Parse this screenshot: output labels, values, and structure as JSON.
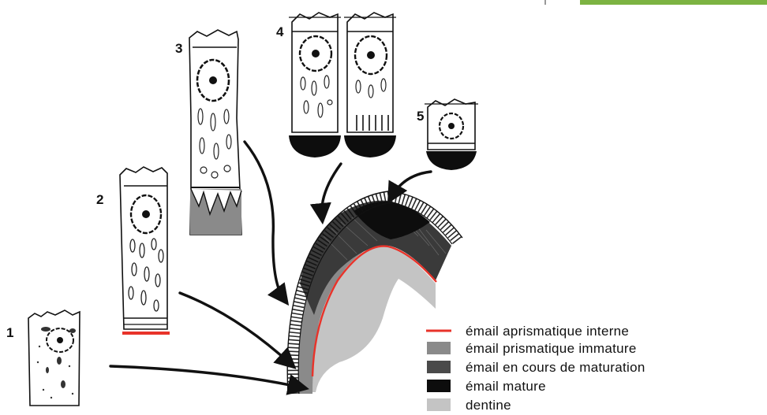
{
  "stages": [
    {
      "label": "1"
    },
    {
      "label": "2"
    },
    {
      "label": "3"
    },
    {
      "label": "4"
    },
    {
      "label": "5"
    }
  ],
  "legend": [
    {
      "swatch": "line",
      "color": "#e8332a",
      "label": "émail  aprismatique interne"
    },
    {
      "swatch": "box",
      "color": "#8a8a8a",
      "label": "émail  prismatique immature"
    },
    {
      "swatch": "box",
      "color": "#4a4a4a",
      "label": "émail en cours de maturation"
    },
    {
      "swatch": "box",
      "color": "#0d0d0d",
      "label": "émail mature"
    },
    {
      "swatch": "box",
      "color": "#c4c4c4",
      "label": "dentine"
    }
  ],
  "colors": {
    "ink": "#111111",
    "red": "#e8332a",
    "immature": "#8a8a8a",
    "maturing": "#4a4a4a",
    "mature": "#0d0d0d",
    "dentine": "#c4c4c4",
    "accent_bar": "#7cb342"
  }
}
